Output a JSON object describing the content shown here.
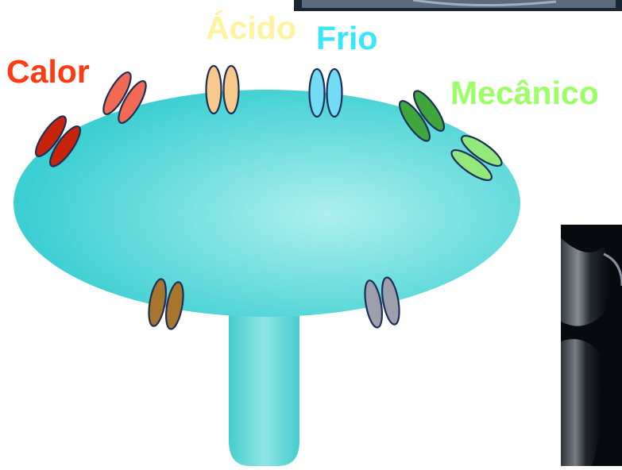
{
  "labels": {
    "calor": "Calor",
    "acido": "Ácido",
    "frio": "Frio",
    "mecanico": "Mecânico"
  },
  "colors": {
    "background": "#ffffff",
    "membrane": "#3ccfd2",
    "membrane_highlight": "#aef0ee",
    "axon": "#46cdce",
    "outline": "#1b2f5a",
    "calor_text": "#ff3b12",
    "acido_text": "#fff3a0",
    "frio_text": "#39e6ff",
    "mecanico_text": "#9cff66",
    "heat_dark": "#c8240c",
    "heat_light": "#f36a52",
    "acid": "#f7c98a",
    "cold": "#72dcf4",
    "mech_dark": "#3ea63a",
    "mech_light": "#93ea7a",
    "brown": "#a8752c",
    "gray": "#9da0ac",
    "photo_dark": "#0d1520"
  },
  "photos": [
    {
      "name": "photo-top-thumbnail",
      "icon": "photo-icon"
    },
    {
      "name": "photo-xray-thumbnail",
      "icon": "xray-photo-icon"
    }
  ],
  "channels": [
    {
      "name": "heat-channel-dark",
      "icon": "ion-channel-icon",
      "color_key": "heat_dark"
    },
    {
      "name": "heat-channel-light",
      "icon": "ion-channel-icon",
      "color_key": "heat_light"
    },
    {
      "name": "acid-channel",
      "icon": "ion-channel-icon",
      "color_key": "acid"
    },
    {
      "name": "cold-channel",
      "icon": "ion-channel-icon",
      "color_key": "cold"
    },
    {
      "name": "mechanical-channel-dark",
      "icon": "ion-channel-icon",
      "color_key": "mech_dark"
    },
    {
      "name": "mechanical-channel-light",
      "icon": "ion-channel-icon",
      "color_key": "mech_light"
    },
    {
      "name": "unlabeled-channel-brown",
      "icon": "ion-channel-icon",
      "color_key": "brown"
    },
    {
      "name": "unlabeled-channel-gray",
      "icon": "ion-channel-icon",
      "color_key": "gray"
    }
  ]
}
